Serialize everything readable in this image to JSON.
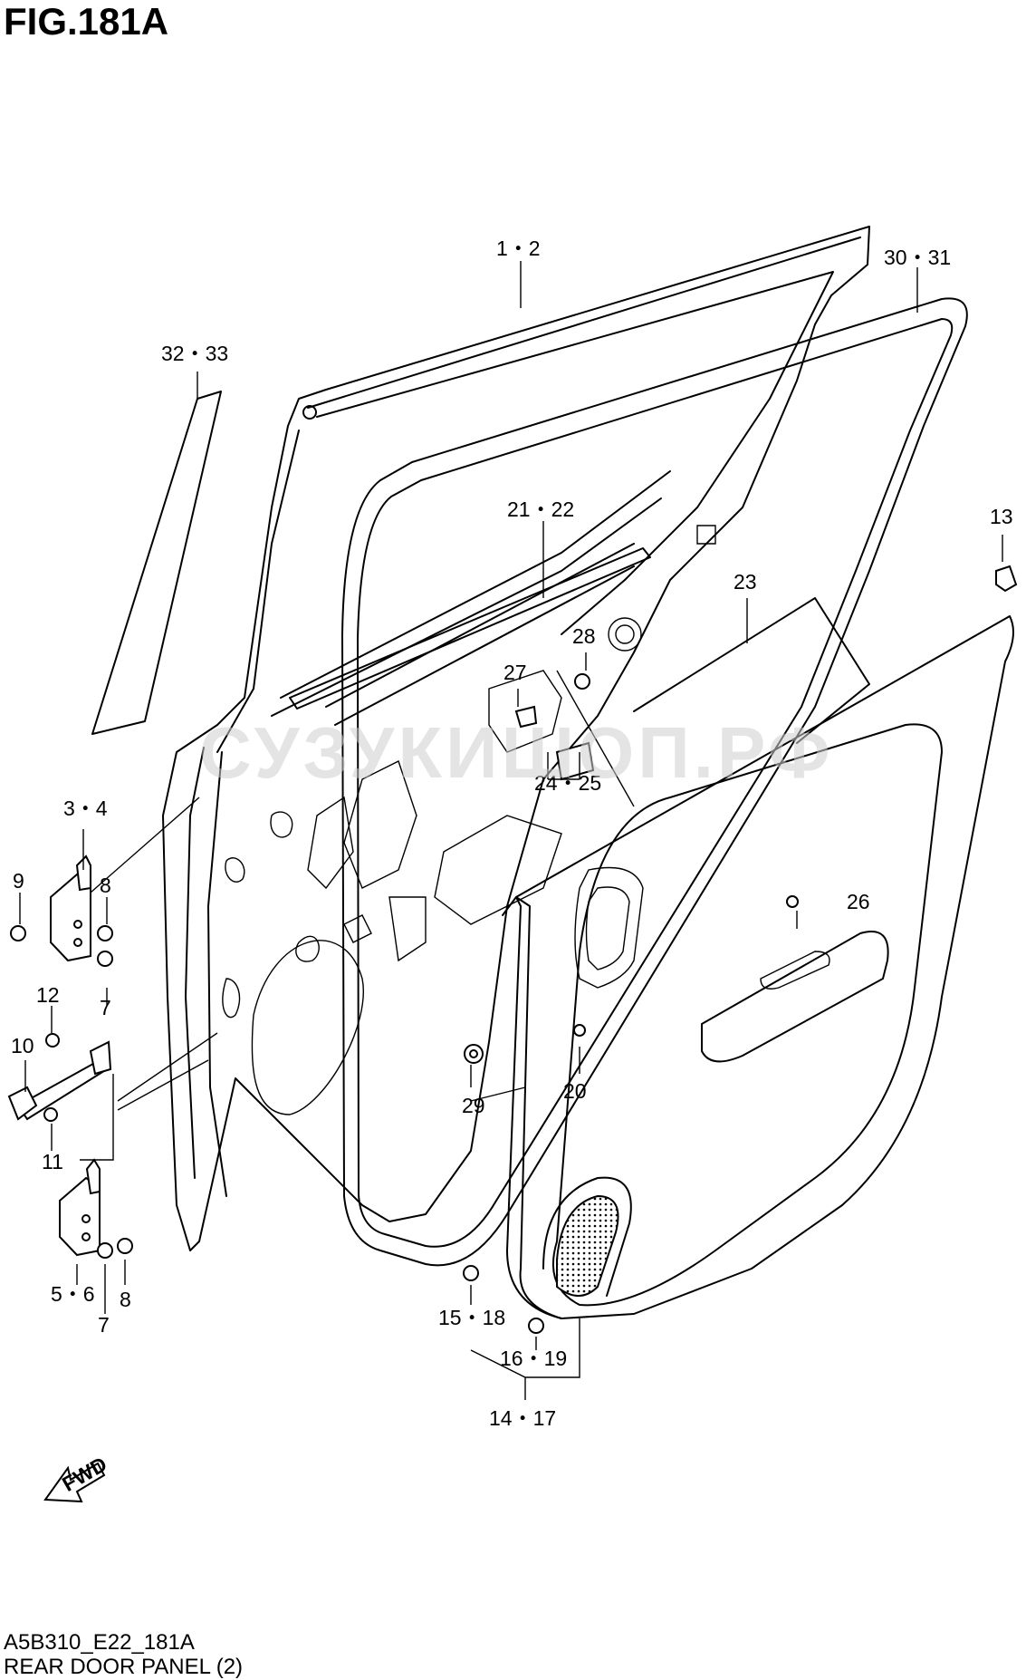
{
  "figure_title": "FIG.181A",
  "watermark": "СУЗУКИШОП.РФ",
  "fwd_label": "FWD",
  "footer": {
    "code": "A5B310_E22_181A",
    "title": "REAR DOOR PANEL (2)"
  },
  "callouts": {
    "c1_2": "1・2",
    "c30_31": "30・31",
    "c32_33": "32・33",
    "c13": "13",
    "c21_22": "21・22",
    "c23": "23",
    "c28": "28",
    "c27": "27",
    "c24_25": "24・25",
    "c3_4": "3・4",
    "c9": "9",
    "c8a": "8",
    "c7a": "7",
    "c26": "26",
    "c12": "12",
    "c10": "10",
    "c20": "20",
    "c29": "29",
    "c11": "11",
    "c5_6": "5・6",
    "c8b": "8",
    "c7b": "7",
    "c15_18": "15・18",
    "c16_19": "16・19",
    "c14_17": "14・17"
  }
}
